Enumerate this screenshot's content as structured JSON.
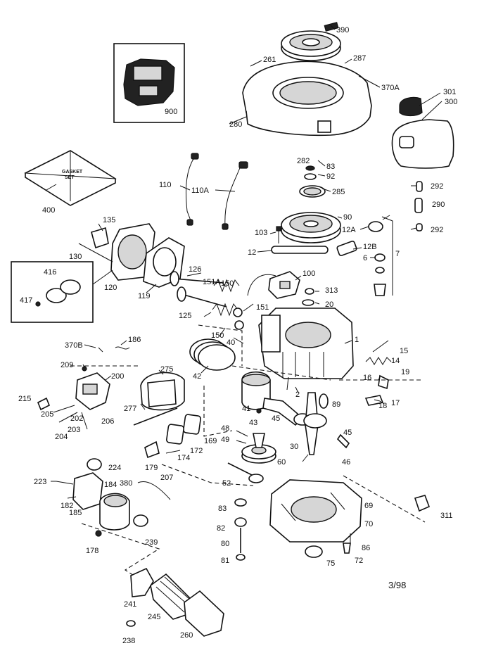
{
  "gasket_set_text": "GASKET\nSET",
  "footer_date": "3/98",
  "labels": [
    {
      "id": "390",
      "text": "390"
    },
    {
      "id": "261",
      "text": "261"
    },
    {
      "id": "287",
      "text": "287"
    },
    {
      "id": "370A",
      "text": "370A"
    },
    {
      "id": "301",
      "text": "301"
    },
    {
      "id": "300",
      "text": "300"
    },
    {
      "id": "900",
      "text": "900"
    },
    {
      "id": "280",
      "text": "280"
    },
    {
      "id": "282",
      "text": "282"
    },
    {
      "id": "83a",
      "text": "83"
    },
    {
      "id": "92",
      "text": "92"
    },
    {
      "id": "285",
      "text": "285"
    },
    {
      "id": "110",
      "text": "110"
    },
    {
      "id": "110A",
      "text": "110A"
    },
    {
      "id": "400",
      "text": "400"
    },
    {
      "id": "292a",
      "text": "292"
    },
    {
      "id": "290",
      "text": "290"
    },
    {
      "id": "292b",
      "text": "292"
    },
    {
      "id": "135",
      "text": "135"
    },
    {
      "id": "90",
      "text": "90"
    },
    {
      "id": "103",
      "text": "103"
    },
    {
      "id": "12A",
      "text": "12A"
    },
    {
      "id": "12B",
      "text": "12B"
    },
    {
      "id": "12",
      "text": "12"
    },
    {
      "id": "7",
      "text": "7"
    },
    {
      "id": "6",
      "text": "6"
    },
    {
      "id": "130",
      "text": "130"
    },
    {
      "id": "416",
      "text": "416"
    },
    {
      "id": "417",
      "text": "417"
    },
    {
      "id": "120",
      "text": "120"
    },
    {
      "id": "119",
      "text": "119"
    },
    {
      "id": "126",
      "text": "126"
    },
    {
      "id": "151A",
      "text": "151A"
    },
    {
      "id": "150a",
      "text": "150"
    },
    {
      "id": "100",
      "text": "100"
    },
    {
      "id": "313",
      "text": "313"
    },
    {
      "id": "20",
      "text": "20"
    },
    {
      "id": "151",
      "text": "151"
    },
    {
      "id": "125",
      "text": "125"
    },
    {
      "id": "150b",
      "text": "150"
    },
    {
      "id": "1",
      "text": "1"
    },
    {
      "id": "370B",
      "text": "370B"
    },
    {
      "id": "186",
      "text": "186"
    },
    {
      "id": "40",
      "text": "40"
    },
    {
      "id": "15",
      "text": "15"
    },
    {
      "id": "14",
      "text": "14"
    },
    {
      "id": "19",
      "text": "19"
    },
    {
      "id": "209",
      "text": "209"
    },
    {
      "id": "200",
      "text": "200"
    },
    {
      "id": "275",
      "text": "275"
    },
    {
      "id": "42",
      "text": "42"
    },
    {
      "id": "16",
      "text": "16"
    },
    {
      "id": "2",
      "text": "2"
    },
    {
      "id": "18",
      "text": "18"
    },
    {
      "id": "17",
      "text": "17"
    },
    {
      "id": "215",
      "text": "215"
    },
    {
      "id": "205",
      "text": "205"
    },
    {
      "id": "202",
      "text": "202"
    },
    {
      "id": "206",
      "text": "206"
    },
    {
      "id": "203",
      "text": "203"
    },
    {
      "id": "204",
      "text": "204"
    },
    {
      "id": "277",
      "text": "277"
    },
    {
      "id": "41",
      "text": "41"
    },
    {
      "id": "43",
      "text": "43"
    },
    {
      "id": "89",
      "text": "89"
    },
    {
      "id": "45a",
      "text": "45"
    },
    {
      "id": "48",
      "text": "48"
    },
    {
      "id": "49",
      "text": "49"
    },
    {
      "id": "169",
      "text": "169"
    },
    {
      "id": "172",
      "text": "172"
    },
    {
      "id": "30",
      "text": "30"
    },
    {
      "id": "45b",
      "text": "45"
    },
    {
      "id": "46",
      "text": "46"
    },
    {
      "id": "179",
      "text": "179"
    },
    {
      "id": "174",
      "text": "174"
    },
    {
      "id": "60",
      "text": "60"
    },
    {
      "id": "224",
      "text": "224"
    },
    {
      "id": "207",
      "text": "207"
    },
    {
      "id": "223",
      "text": "223"
    },
    {
      "id": "184",
      "text": "184"
    },
    {
      "id": "380",
      "text": "380"
    },
    {
      "id": "52",
      "text": "52"
    },
    {
      "id": "182",
      "text": "182"
    },
    {
      "id": "185",
      "text": "185"
    },
    {
      "id": "83b",
      "text": "83"
    },
    {
      "id": "69",
      "text": "69"
    },
    {
      "id": "311",
      "text": "311"
    },
    {
      "id": "70",
      "text": "70"
    },
    {
      "id": "82",
      "text": "82"
    },
    {
      "id": "178",
      "text": "178"
    },
    {
      "id": "239",
      "text": "239"
    },
    {
      "id": "80",
      "text": "80"
    },
    {
      "id": "86",
      "text": "86"
    },
    {
      "id": "75",
      "text": "75"
    },
    {
      "id": "72",
      "text": "72"
    },
    {
      "id": "81",
      "text": "81"
    },
    {
      "id": "241",
      "text": "241"
    },
    {
      "id": "245",
      "text": "245"
    },
    {
      "id": "260",
      "text": "260"
    },
    {
      "id": "238",
      "text": "238"
    }
  ]
}
